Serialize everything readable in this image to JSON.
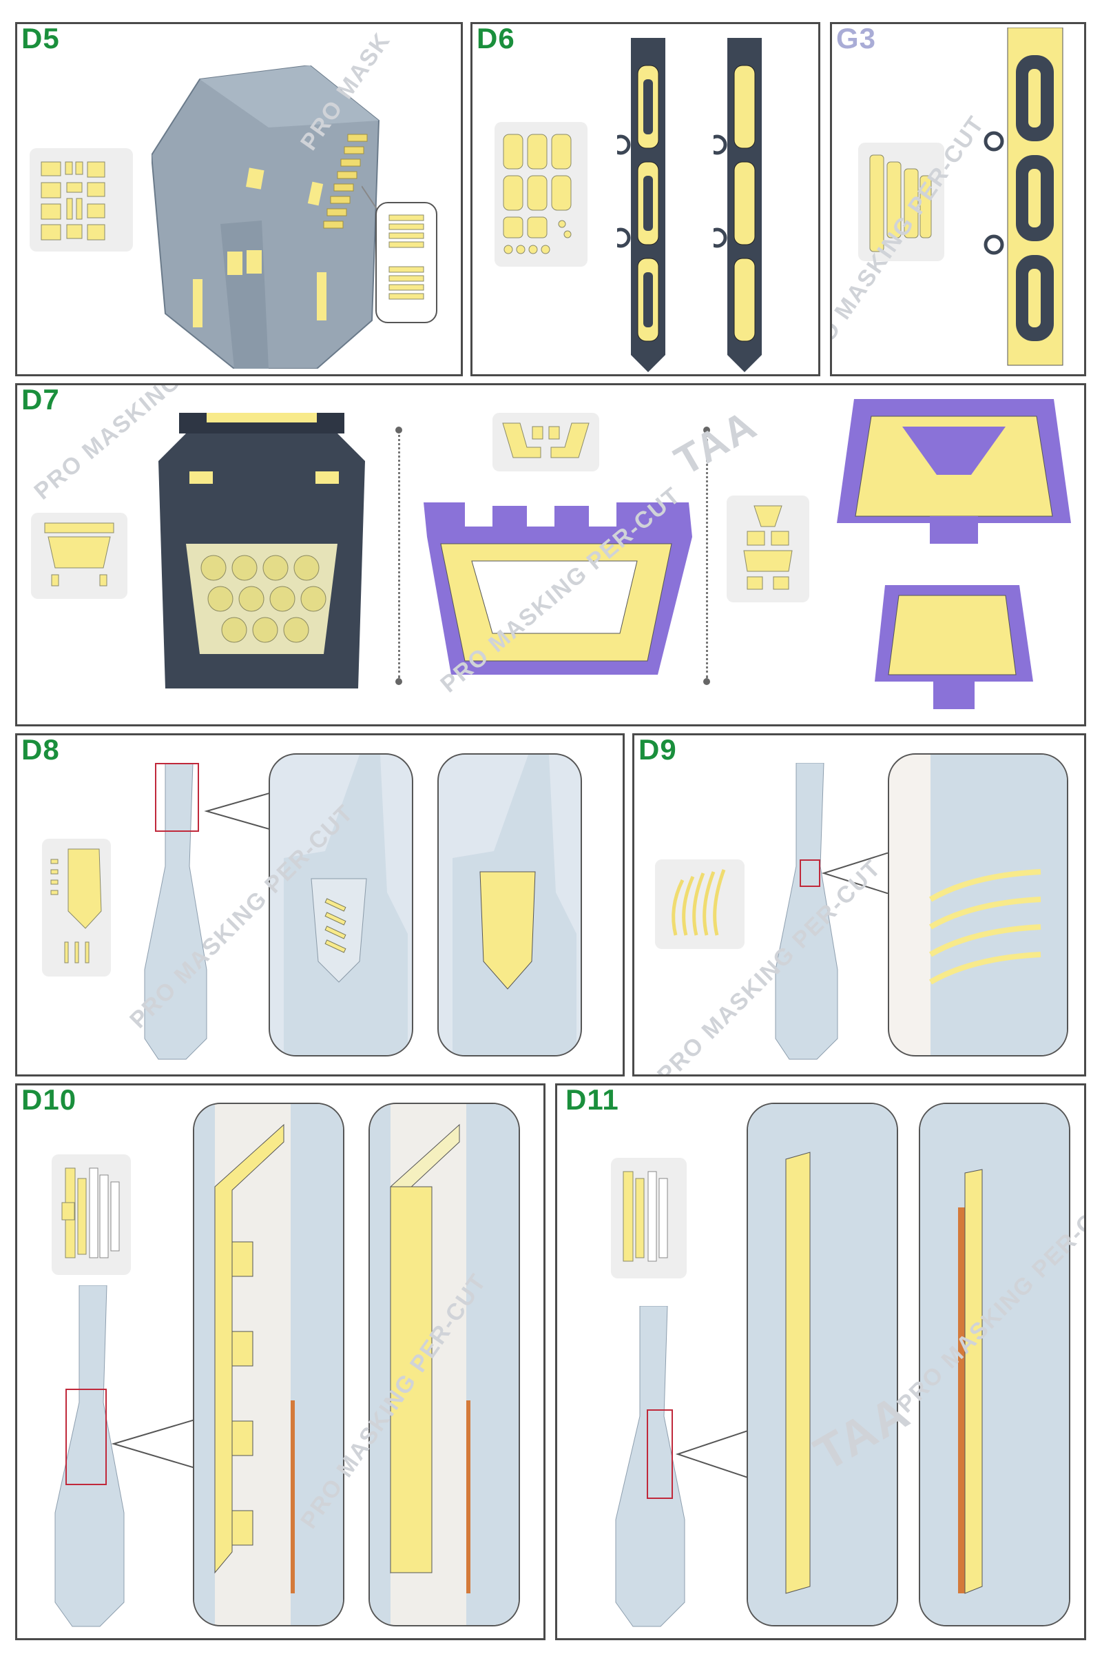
{
  "panels": [
    {
      "id": "D5",
      "label": "D5"
    },
    {
      "id": "D6",
      "label": "D6"
    },
    {
      "id": "G3",
      "label": "G3"
    },
    {
      "id": "D7",
      "label": "D7"
    },
    {
      "id": "D8",
      "label": "D8"
    },
    {
      "id": "D9",
      "label": "D9"
    },
    {
      "id": "D10",
      "label": "D10"
    },
    {
      "id": "D11",
      "label": "D11"
    }
  ],
  "watermark": {
    "text": "PRO MASKING PER-CUT",
    "short": "PRO MASK",
    "logo": "TAA"
  },
  "colors": {
    "label_green": "#1a8f3c",
    "label_lavender": "#a9acd6",
    "mask_yellow": "#f8ea8a",
    "part_grey": "#95a4b3",
    "part_navy": "#3c4655",
    "part_purple": "#8a72d8",
    "part_lightblue": "#cfdce6",
    "callout_red": "#c0283a"
  }
}
